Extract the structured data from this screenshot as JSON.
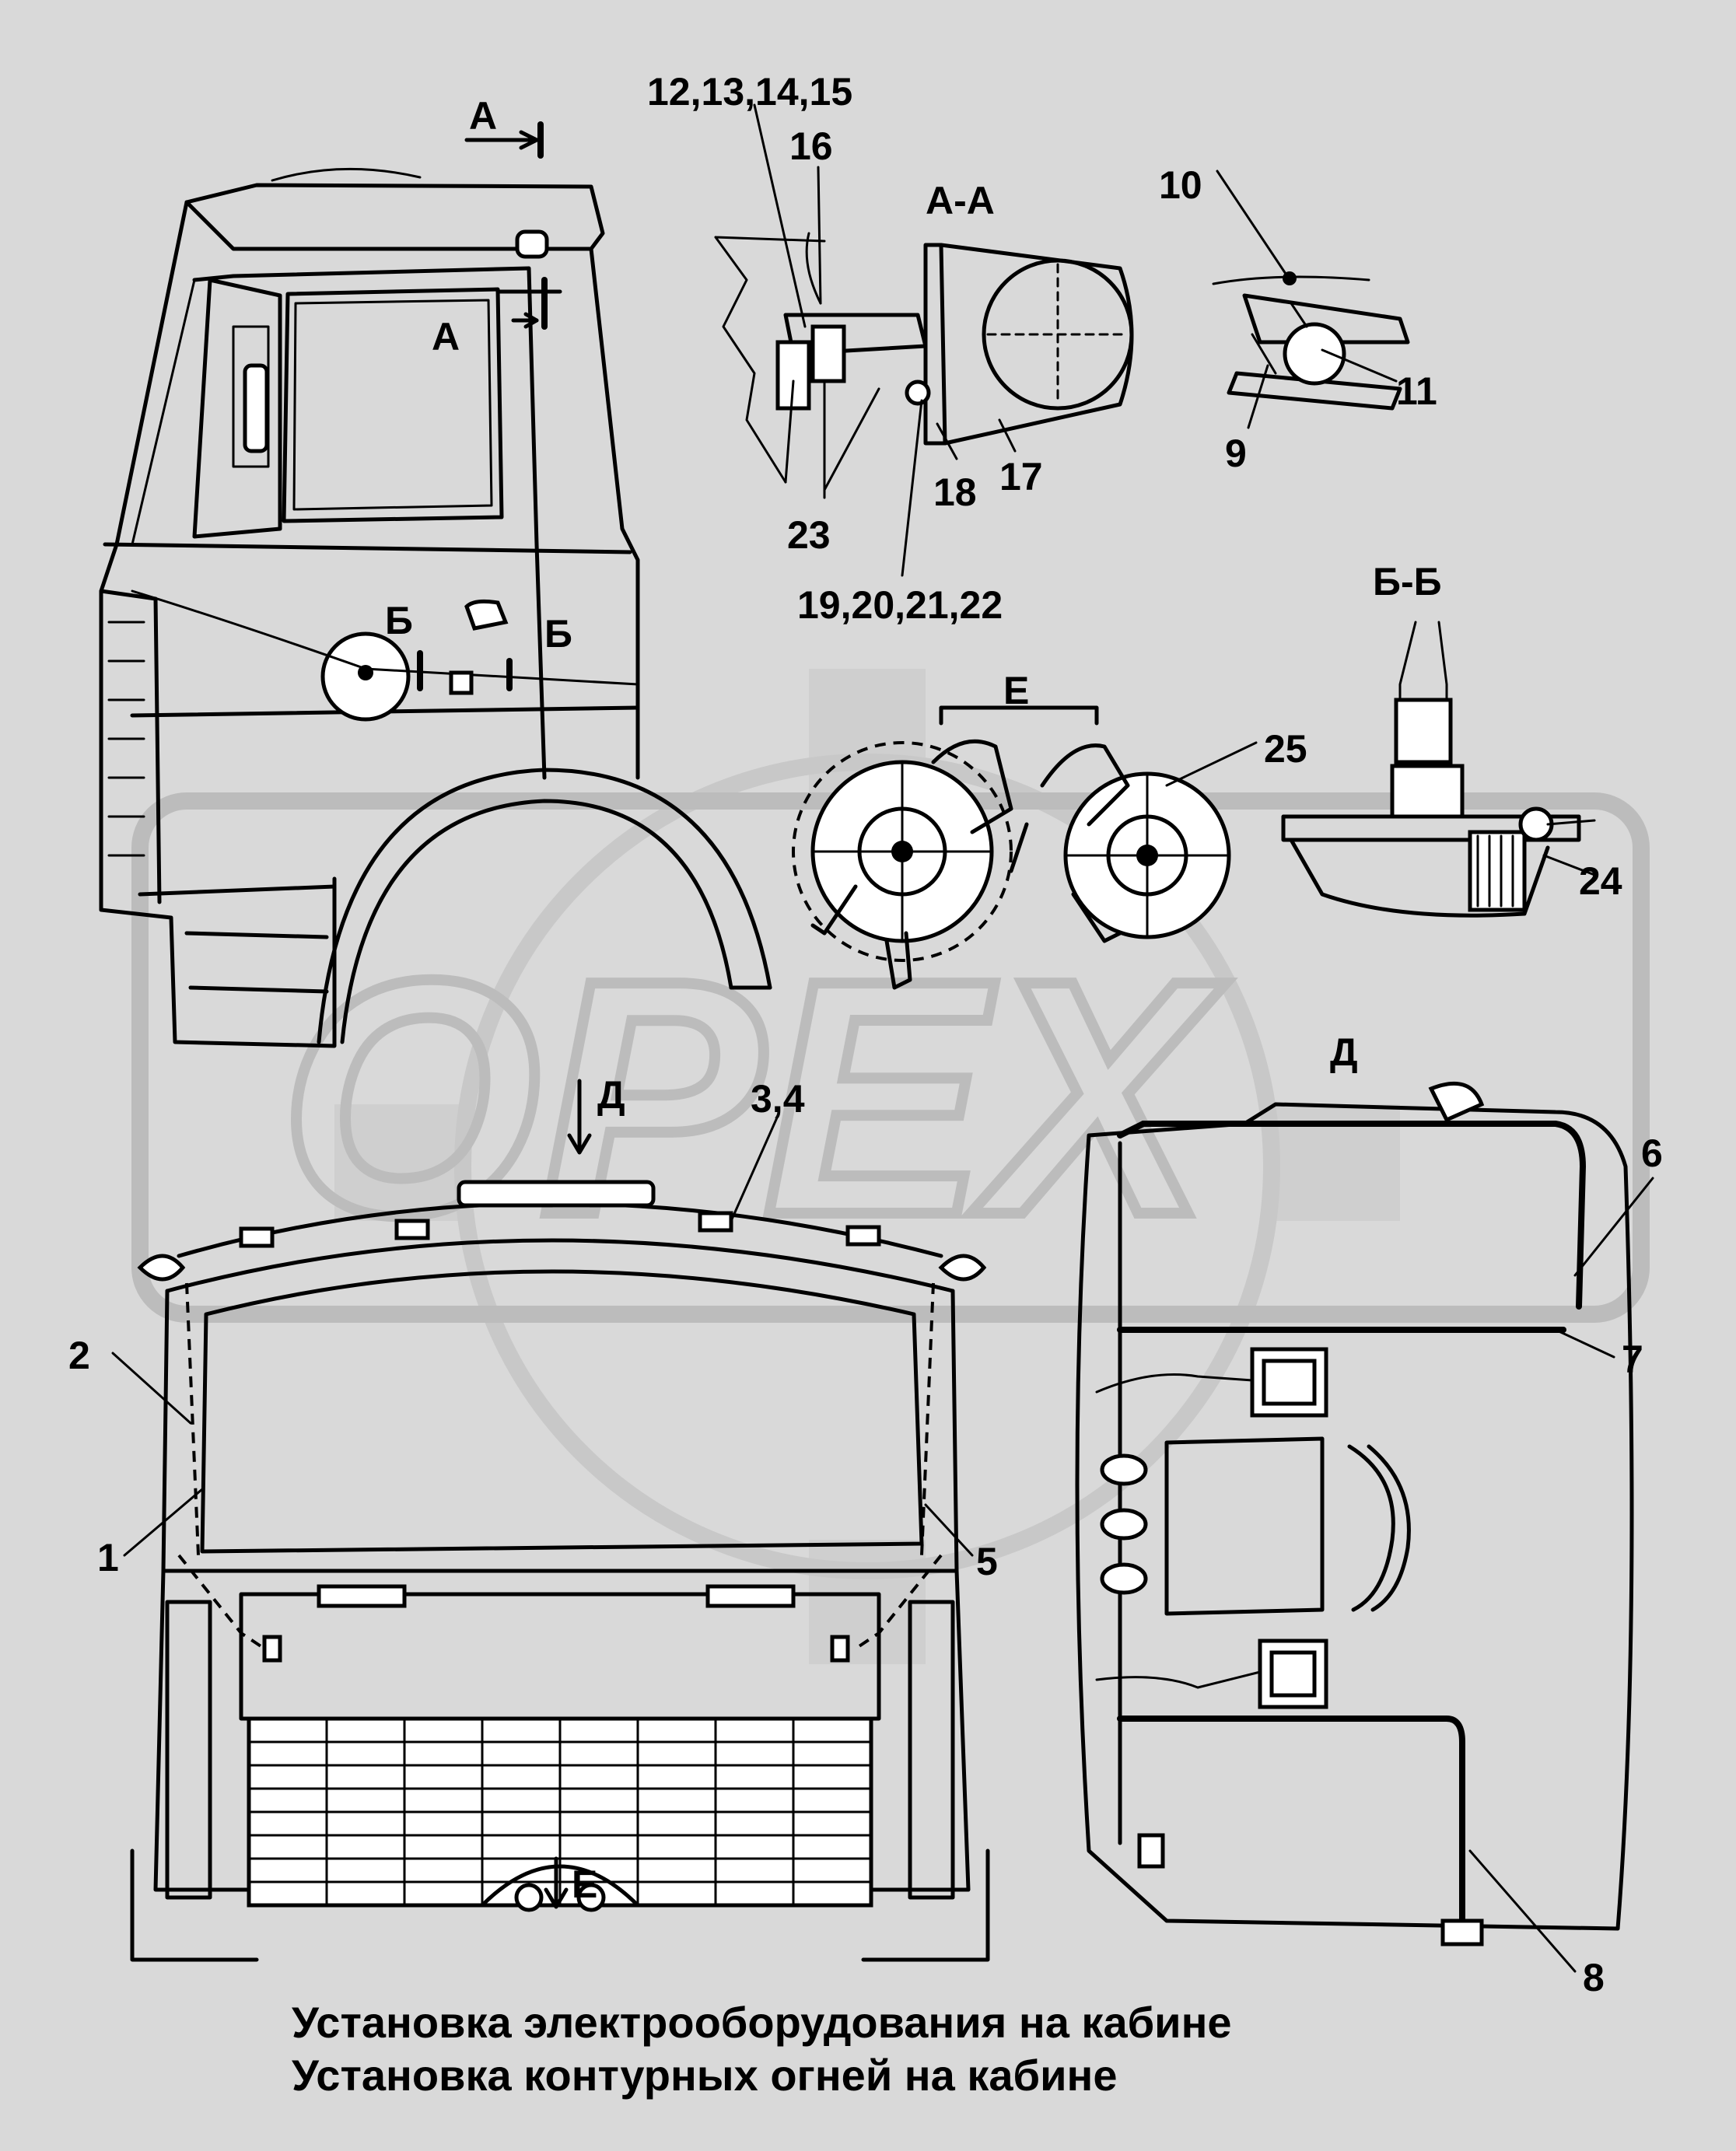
{
  "watermark": {
    "text": "OPEX"
  },
  "section_labels": {
    "a_top": "А",
    "a_side": "А",
    "b_left": "Б",
    "b_right": "Б",
    "aa": "А-А",
    "bb": "Б-Б",
    "e_top": "Е",
    "e_bottom": "Е",
    "d_front": "Д",
    "d_side": "Д"
  },
  "callouts": {
    "c12_15": "12,13,14,15",
    "c16": "16",
    "c10": "10",
    "c11": "11",
    "c9": "9",
    "c17": "17",
    "c18": "18",
    "c23": "23",
    "c19_22": "19,20,21,22",
    "c25": "25",
    "c24": "24",
    "c3_4": "3,4",
    "c2": "2",
    "c1": "1",
    "c5": "5",
    "c6": "6",
    "c7": "7",
    "c8": "8"
  },
  "caption": {
    "line1": "Установка электрооборудования на кабине",
    "line2": "Установка контурных огней на кабине"
  }
}
